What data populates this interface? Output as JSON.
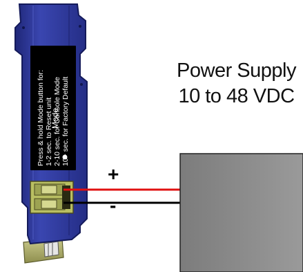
{
  "device": {
    "instructions": [
      "Press & hold Mode button for:",
      "1-2 sec. to Reset unit",
      "2-10 sec. for Console Mode",
      "10+ sec. for Factory Default"
    ],
    "mode_label": "Mode"
  },
  "power_supply": {
    "line1": "Power Supply",
    "line2": "10 to 48 VDC"
  },
  "terminals": {
    "positive": "+",
    "negative": "-"
  },
  "colors": {
    "device_body": "#2f3a9c",
    "positive_wire": "#e01010",
    "negative_wire": "#000000",
    "supply_box": "#8a8a8a",
    "terminal_block": "#b9bf62"
  }
}
